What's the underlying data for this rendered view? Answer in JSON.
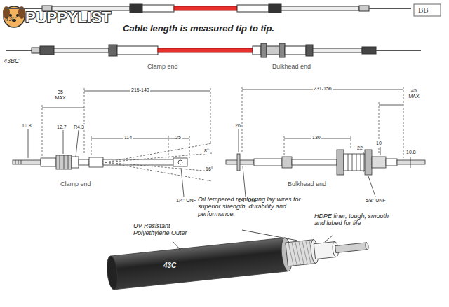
{
  "diagram": {
    "labels": [
      "PUPPYLIST",
      "BB",
      "43C",
      "Cable length is measured tip to tip.",
      "43BC",
      "Clamp end",
      "Bulkhead end",
      "35 MAX",
      "215-140",
      "10.8",
      "12.7",
      "R4.3",
      "114",
      "25",
      "8°",
      "16°",
      "Clamp end",
      "1/4\" UNF",
      "231-156",
      "45 MAX",
      "26",
      "130",
      "22",
      "10",
      "10.8",
      "Bulkhead end",
      "1/4\" UNF",
      "5/8\" UNF",
      "Oil tempered reinforcing lay wires for superior strength, durability and performance.",
      "UV Resistant Polyethylene Outer",
      "HDPE liner, tough, smooth and lubed for life",
      "43C"
    ]
  }
}
